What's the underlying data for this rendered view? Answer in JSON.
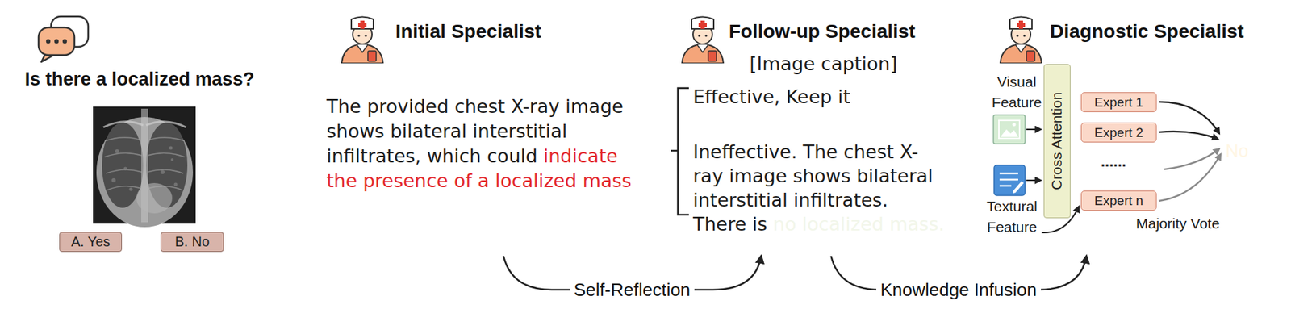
{
  "diagram": {
    "nodes": [
      {
        "text": [
          "Is there a localized mass?"
        ]
      },
      {
        "text": [
          "A. Yes"
        ],
        "in": 0
      },
      {
        "text": [
          "B. No"
        ],
        "in": 0
      },
      {
        "text": [
          "Initial Specialist",
          "The provided chest X-ray image shows bilateral interstitial infiltrates, which could",
          "indicate the presence of a localized mass"
        ]
      },
      {
        "text": [
          "Follow-up Specialist",
          "[Image caption]",
          "Effective, Keep it",
          "Ineffective. The chest X-ray image shows bilateral interstitial infiltrates. There is",
          "no localized mass."
        ]
      },
      {
        "text": [
          "Diagnostic Specialist",
          "Visual Feature",
          "Textural Feature",
          "......",
          "No",
          "Majority Vote"
        ]
      },
      {
        "text": [
          "Cross Attention"
        ],
        "in": 5
      },
      {
        "text": [
          "Expert 1"
        ],
        "in": 5
      },
      {
        "text": [
          "Expert 2"
        ],
        "in": 5
      },
      {
        "text": [
          "Expert n"
        ],
        "in": 5
      }
    ],
    "edges": [
      {
        "from": 3,
        "to": 4,
        "label": "Self-Reflection",
        "arrow": "to"
      },
      {
        "from": 4,
        "to": 5,
        "label": "Knowledge Infusion",
        "arrow": "to"
      }
    ]
  }
}
